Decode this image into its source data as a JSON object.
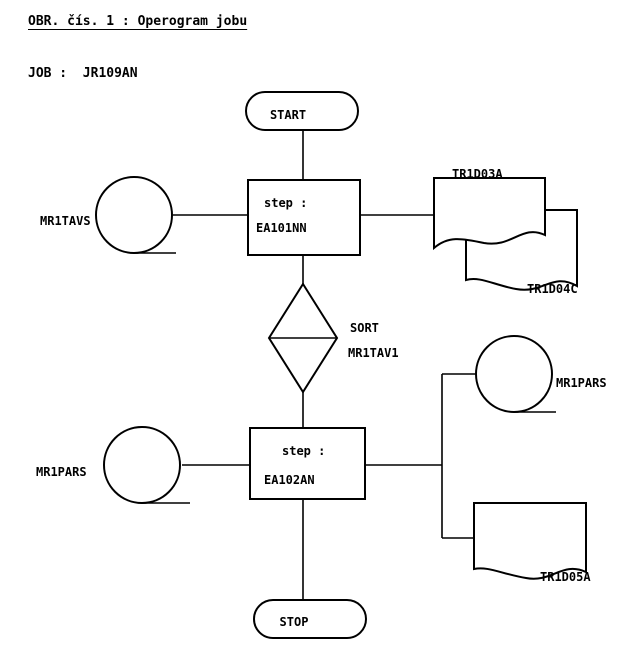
{
  "header": {
    "title": "OBR. čís. 1 :  Operogram jobu",
    "job_label": "JOB :",
    "job_name": "JR109AN"
  },
  "diagram": {
    "start": "START",
    "stop": "STOP",
    "step1": {
      "label": "step :",
      "name": "EA101NN"
    },
    "step2": {
      "label": "step :",
      "name": "EA102AN"
    },
    "sort": {
      "label": "SORT",
      "name": "MR1TAV1"
    },
    "tape_in1": "MR1TAVS",
    "tape_in2": "MR1PARS",
    "tape_out2": "MR1PARS",
    "doc_out1a": "TR1D03A",
    "doc_out1b": "TR1D04C",
    "doc_out2": "TR1D05A"
  }
}
